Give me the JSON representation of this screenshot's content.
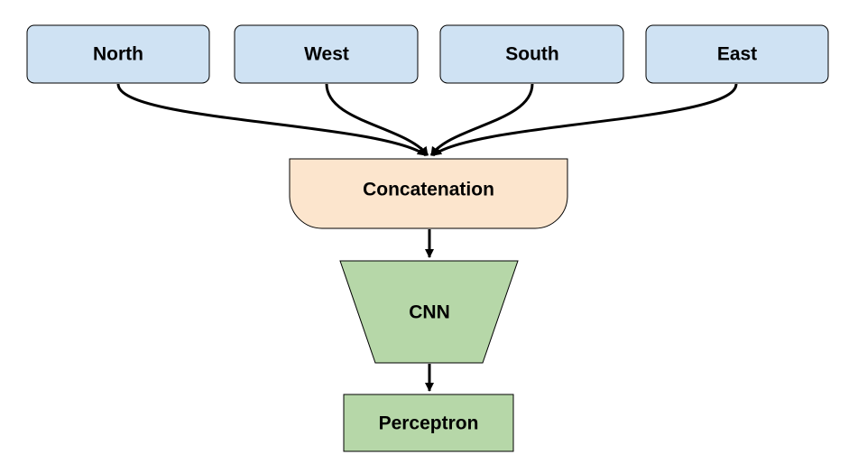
{
  "diagram": {
    "inputs": [
      {
        "label": "North"
      },
      {
        "label": "West"
      },
      {
        "label": "South"
      },
      {
        "label": "East"
      }
    ],
    "concat": {
      "label": "Concatenation"
    },
    "cnn": {
      "label": "CNN"
    },
    "perceptron": {
      "label": "Perceptron"
    }
  },
  "colors": {
    "input_fill": "#cfe2f3",
    "concat_fill": "#fce5cd",
    "cnn_fill": "#b6d7a8",
    "perceptron_fill": "#b6d7a8",
    "stroke": "#000000"
  }
}
